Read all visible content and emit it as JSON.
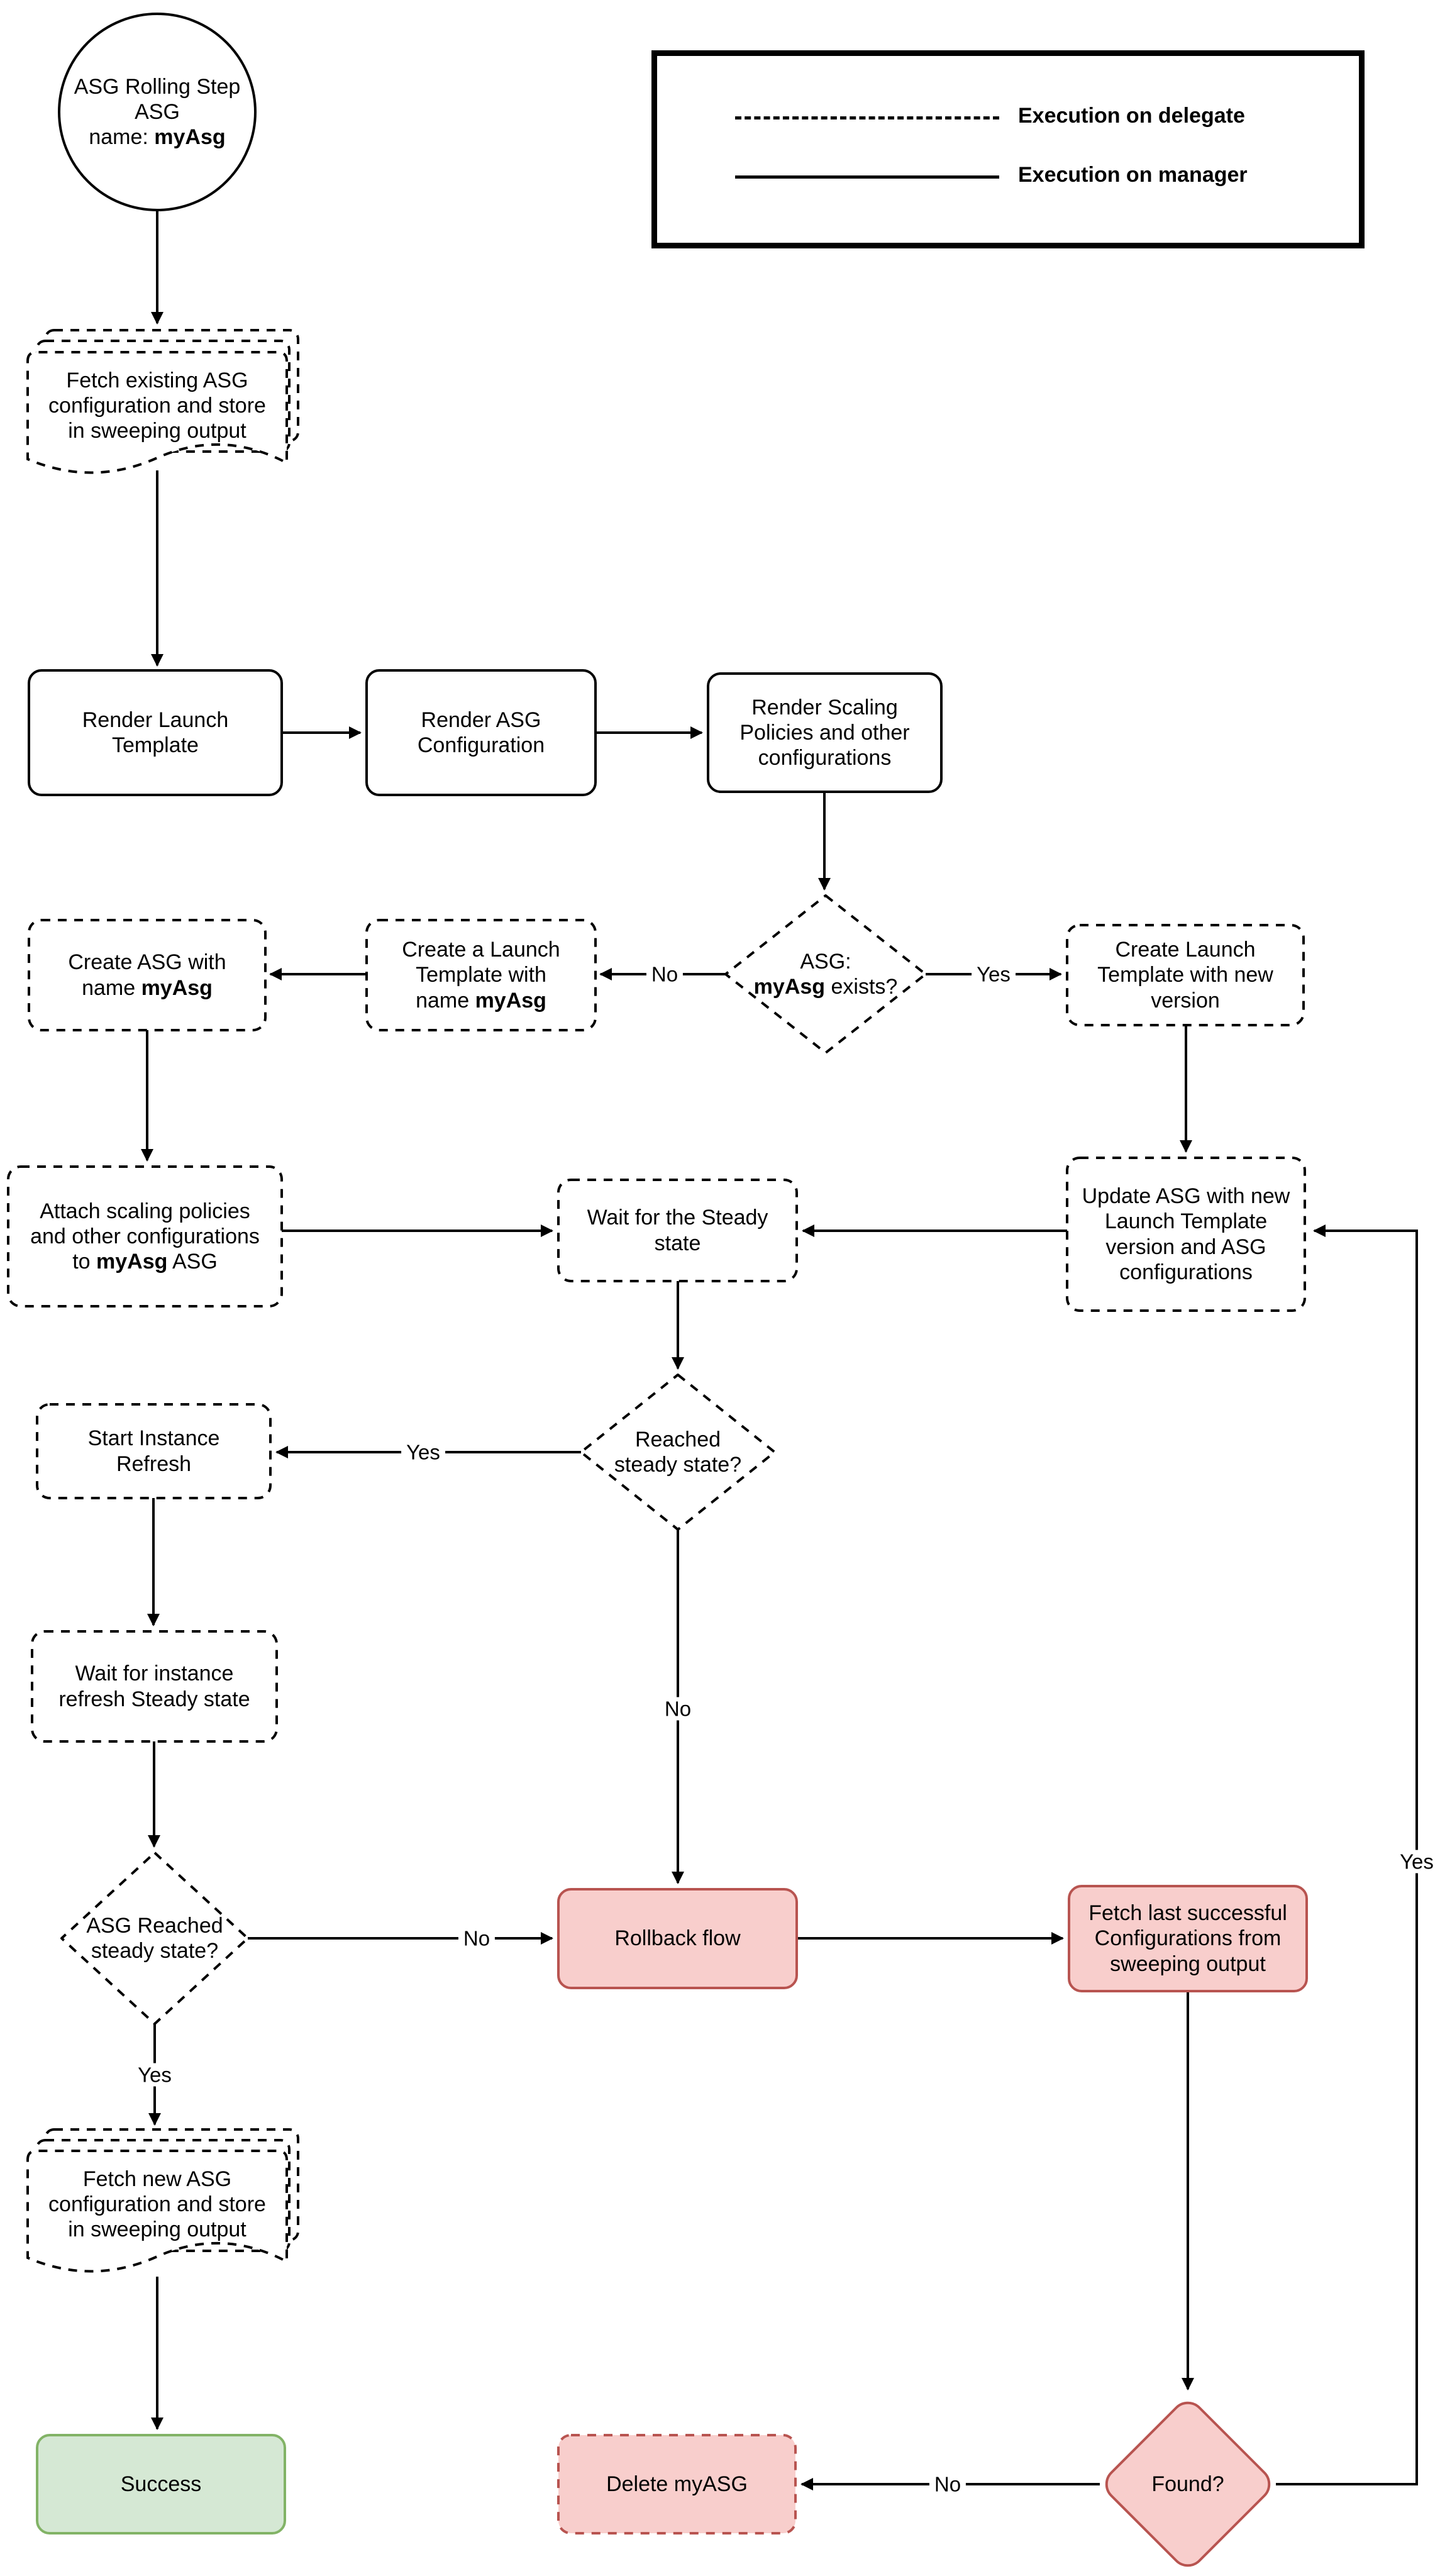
{
  "legend": {
    "items": [
      {
        "style": "dashed",
        "label": "Execution on delegate"
      },
      {
        "style": "solid",
        "label": "Execution on manager"
      }
    ]
  },
  "nodes": {
    "start_circle": {
      "prefix": "ASG Rolling Step\nASG\nname: ",
      "bold": "myAsg"
    },
    "fetch_existing": {
      "text": "Fetch existing ASG\nconfiguration and store\nin sweeping output"
    },
    "render_launch_template": {
      "text": "Render Launch\nTemplate"
    },
    "render_asg_configuration": {
      "text": "Render ASG\nConfiguration"
    },
    "render_scaling_policies": {
      "text": "Render Scaling\nPolicies and other\nconfigurations"
    },
    "asg_exists_decision": {
      "prefix": "ASG:\n",
      "bold": "myAsg",
      "suffix": " exists?"
    },
    "create_launch_template": {
      "prefix": "Create a Launch\nTemplate with\nname ",
      "bold": "myAsg"
    },
    "create_asg": {
      "prefix": "Create ASG with\nname ",
      "bold": "myAsg"
    },
    "create_launch_template_new_version": {
      "text": "Create Launch\nTemplate with new\nversion"
    },
    "attach_scaling_policies": {
      "prefix": "Attach scaling policies\nand other configurations\nto ",
      "bold": "myAsg",
      "suffix": " ASG"
    },
    "wait_steady_state": {
      "text": "Wait for the Steady\nstate"
    },
    "update_asg": {
      "text": "Update ASG with new\nLaunch Template\nversion and ASG\nconfigurations"
    },
    "reached_steady_decision": {
      "text": "Reached\nsteady state?"
    },
    "start_instance_refresh": {
      "text": "Start Instance\nRefresh"
    },
    "wait_instance_refresh": {
      "text": "Wait for instance\nrefresh Steady state"
    },
    "asg_reached_steady_decision": {
      "text": "ASG Reached\nsteady state?"
    },
    "rollback_flow": {
      "text": "Rollback flow"
    },
    "fetch_last_successful": {
      "text": "Fetch last successful\nConfigurations from\nsweeping output"
    },
    "fetch_new_asg": {
      "text": "Fetch new ASG\nconfiguration and store\nin sweeping output"
    },
    "success": {
      "text": "Success"
    },
    "delete_myasg": {
      "text": "Delete myASG"
    },
    "found_decision": {
      "text": "Found?"
    }
  },
  "edge_labels": {
    "no_exists": "No",
    "yes_exists": "Yes",
    "yes_reached": "Yes",
    "no_reached": "No",
    "no_asg_reached": "No",
    "yes_asg_reached": "Yes",
    "no_found": "No",
    "yes_found": "Yes"
  },
  "colors": {
    "line": "#000000",
    "red_fill": "#f8cecc",
    "red_stroke": "#b85450",
    "green_fill": "#d5e8d4",
    "green_stroke": "#82b366"
  }
}
